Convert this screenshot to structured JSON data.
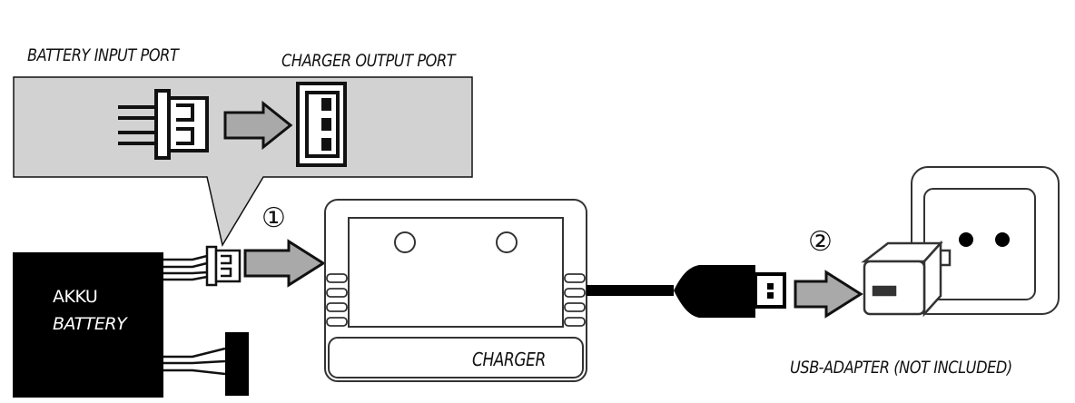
{
  "labels": {
    "battery_input_port": "BATTERY INPUT PORT",
    "charger_output_port": "CHARGER OUTPUT PORT",
    "akku": "AKKU",
    "battery": "BATTERY",
    "charger": "CHARGER",
    "usb_adapter": "USB-ADAPTER (NOT INCLUDED)"
  },
  "steps": {
    "step1": "①",
    "step2": "②"
  },
  "colors": {
    "callout_fill": "#d2d2d2",
    "arrow_fill": "#a9a9a9",
    "battery_fill": "#000000",
    "outline": "#111111"
  }
}
